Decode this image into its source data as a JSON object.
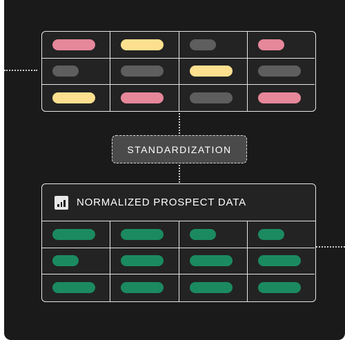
{
  "standardization_label": "STANDARDIZATION",
  "output_title": "NORMALIZED PROSPECT DATA",
  "icons": {
    "header": "bar-chart-icon"
  },
  "colors": {
    "background": "#1a1a1a",
    "pink": "#e6879a",
    "yellow": "#fde08f",
    "gray": "#5e5e5e",
    "green": "#1b8a60"
  },
  "raw_table": {
    "rows": [
      [
        {
          "color": "pink",
          "length": "long"
        },
        {
          "color": "yellow",
          "length": "long"
        },
        {
          "color": "gray",
          "length": "short"
        },
        {
          "color": "pink",
          "length": "short"
        }
      ],
      [
        {
          "color": "gray",
          "length": "short"
        },
        {
          "color": "gray",
          "length": "long"
        },
        {
          "color": "yellow",
          "length": "long"
        },
        {
          "color": "gray",
          "length": "long"
        }
      ],
      [
        {
          "color": "yellow",
          "length": "long"
        },
        {
          "color": "pink",
          "length": "long"
        },
        {
          "color": "gray",
          "length": "long"
        },
        {
          "color": "pink",
          "length": "long"
        }
      ]
    ]
  },
  "normalized_table": {
    "rows": [
      [
        {
          "color": "green",
          "length": "long"
        },
        {
          "color": "green",
          "length": "long"
        },
        {
          "color": "green",
          "length": "short"
        },
        {
          "color": "green",
          "length": "short"
        }
      ],
      [
        {
          "color": "green",
          "length": "short"
        },
        {
          "color": "green",
          "length": "long"
        },
        {
          "color": "green",
          "length": "long"
        },
        {
          "color": "green",
          "length": "long"
        }
      ],
      [
        {
          "color": "green",
          "length": "long"
        },
        {
          "color": "green",
          "length": "long"
        },
        {
          "color": "green",
          "length": "long"
        },
        {
          "color": "green",
          "length": "long"
        }
      ]
    ]
  }
}
